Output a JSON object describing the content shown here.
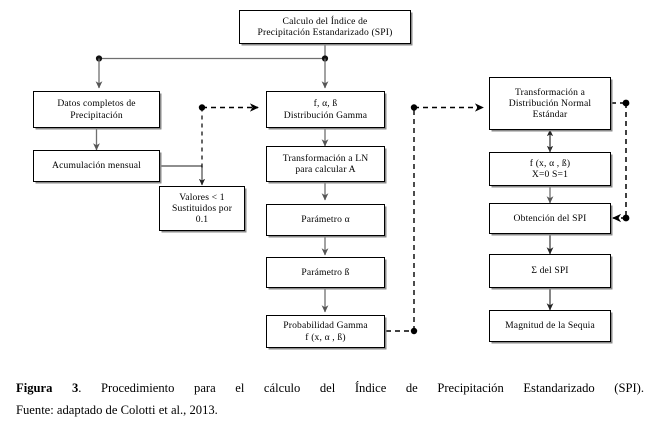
{
  "figure": {
    "caption_bold": "Figura 3",
    "caption_rest": ". Procedimiento para el cálculo del Índice de Precipitación Estandarizado (SPI).",
    "caption_source": "Fuente: adaptado de Colotti et al., 2013."
  },
  "colors": {
    "box_border": "#000000",
    "box_fill": "#ffffff",
    "box_shadow": "#8a8a8a",
    "connector_solid": "#6f6f6f",
    "connector_dark": "#1a1a1a",
    "connector_dashed": "#000000",
    "text": "#000000"
  },
  "nodes": {
    "title_box": {
      "text": "Calculo del Índice de\nPrecipitación Estandarizado (SPI)"
    },
    "left_col": [
      {
        "id": "datos",
        "text": "Datos completos de\nPrecipitación"
      },
      {
        "id": "acumulacion",
        "text": "Acumulación mensual"
      },
      {
        "id": "valores",
        "text": "Valores < 1\nSustituidos por\n0.1"
      }
    ],
    "center_col": [
      {
        "id": "gamma",
        "text": "f, α, ß\nDistribución Gamma"
      },
      {
        "id": "ln",
        "text": "Transformación a LN\npara calcular A"
      },
      {
        "id": "param_alpha",
        "text": "Parámetro α"
      },
      {
        "id": "param_beta",
        "text": "Parámetro ß"
      },
      {
        "id": "prob_gamma",
        "text": "Probabilidad Gamma\nf (x, α , ß)"
      }
    ],
    "right_col": [
      {
        "id": "transf_normal",
        "text": "Transformación a\nDistribución Normal\nEstándar"
      },
      {
        "id": "fx_std",
        "text": "f (x, α , ß)\nX=0  S=1"
      },
      {
        "id": "obtencion_spi",
        "text": "Obtención del SPI"
      },
      {
        "id": "suma_spi",
        "text": "Σ del SPI"
      },
      {
        "id": "magnitud",
        "text": "Magnitud de la Sequia"
      }
    ]
  },
  "connectors": [
    {
      "id": "title-down-to-junction",
      "style": "solid"
    },
    {
      "id": "junction-bus-horizontal",
      "style": "solid"
    },
    {
      "id": "junction-left-down-to-datos",
      "style": "solid"
    },
    {
      "id": "junction-right-down-to-gamma",
      "style": "solid"
    },
    {
      "id": "datos-to-acumulacion",
      "style": "solid"
    },
    {
      "id": "acumulacion-right-to-valores",
      "style": "solid"
    },
    {
      "id": "dashed-node-to-gamma",
      "style": "dashed"
    },
    {
      "id": "dashed-node-down-to-valores",
      "style": "dashed"
    },
    {
      "id": "gamma-to-ln",
      "style": "solid"
    },
    {
      "id": "ln-to-param-alpha",
      "style": "solid"
    },
    {
      "id": "param-alpha-to-param-beta",
      "style": "solid"
    },
    {
      "id": "param-beta-to-prob-gamma",
      "style": "solid"
    },
    {
      "id": "prob-gamma-dashed-right",
      "style": "dashed"
    },
    {
      "id": "dashed-riser-to-transf-normal",
      "style": "dashed"
    },
    {
      "id": "transf-normal-to-fx-std",
      "style": "solid-double"
    },
    {
      "id": "fx-std-to-obtencion",
      "style": "solid"
    },
    {
      "id": "obtencion-to-suma",
      "style": "solid"
    },
    {
      "id": "suma-to-magnitud",
      "style": "solid"
    },
    {
      "id": "feedback-transf-normal-right",
      "style": "dashed"
    },
    {
      "id": "feedback-down-to-obtencion",
      "style": "dashed"
    }
  ]
}
